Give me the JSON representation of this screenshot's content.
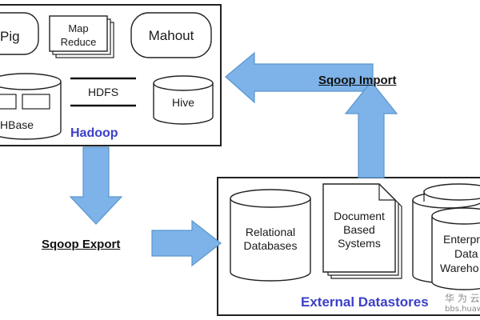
{
  "hadoop": {
    "title": "Hadoop",
    "components": {
      "pig": "Pig",
      "mapreduce_line1": "Map",
      "mapreduce_line2": "Reduce",
      "mahout": "Mahout",
      "hbase": "HBase",
      "hdfs": "HDFS",
      "hive": "Hive"
    }
  },
  "flows": {
    "import": "Sqoop Import",
    "export": "Sqoop Export"
  },
  "external": {
    "title": "External Datastores",
    "relational_line1": "Relational",
    "relational_line2": "Databases",
    "document_line1": "Document",
    "document_line2": "Based",
    "document_line3": "Systems",
    "enterprise_line1": "Enterpr",
    "enterprise_line2": "Data",
    "enterprise_line3": "Wareho"
  },
  "watermark": {
    "line1": "华 为 云",
    "line2": "bbs.huawei"
  },
  "colors": {
    "arrow_fill": "#7db3e8",
    "arrow_stroke": "#5a95cf",
    "title_blue": "#3b3fc8"
  }
}
